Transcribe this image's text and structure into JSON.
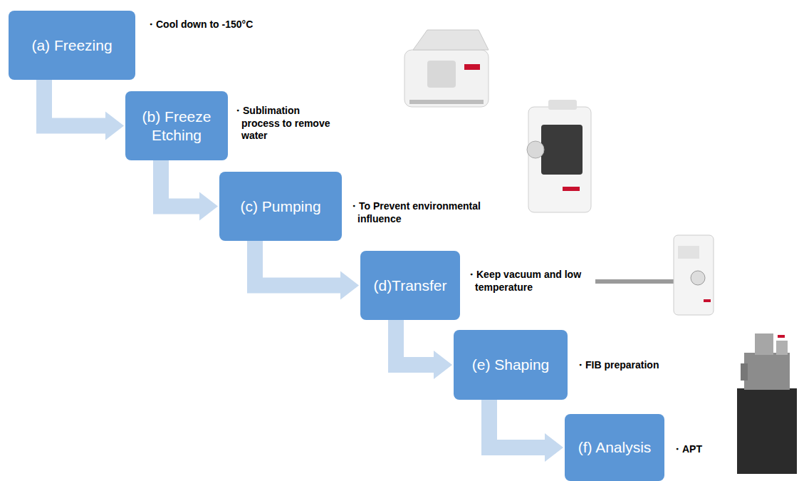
{
  "diagram": {
    "nodes": [
      {
        "text": [
          "(a) Freezing"
        ]
      },
      {
        "text": [
          "(b) Freeze Etching"
        ]
      },
      {
        "text": [
          "(c) Pumping"
        ]
      },
      {
        "text": [
          "(d)Transfer"
        ]
      },
      {
        "text": [
          "(e) Shaping"
        ]
      },
      {
        "text": [
          "(f) Analysis"
        ]
      }
    ],
    "edges": [
      {
        "from": 0,
        "to": 1,
        "arrow": "to"
      },
      {
        "from": 1,
        "to": 2,
        "arrow": "to"
      },
      {
        "from": 2,
        "to": 3,
        "arrow": "to"
      },
      {
        "from": 3,
        "to": 4,
        "arrow": "to"
      },
      {
        "from": 4,
        "to": 5,
        "arrow": "to"
      }
    ],
    "labels": [
      "・Cool down to -150°C",
      "・Sublimation process to remove water",
      "・To Prevent environmental influence",
      "・Keep vacuum and low temperature",
      "・FIB preparation",
      "・APT"
    ]
  }
}
